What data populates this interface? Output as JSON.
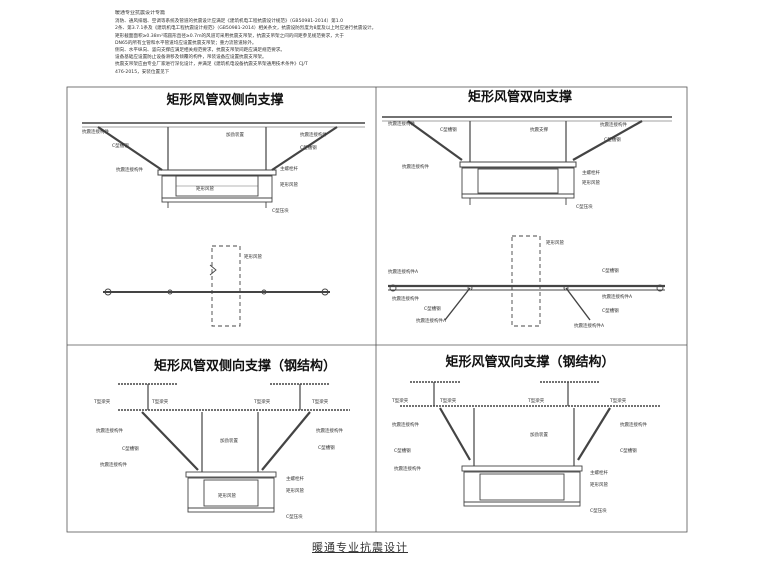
{
  "notes": {
    "title": "暖通专业抗震设计专篇",
    "lines": [
      "消防、通风排烟、空调等系统及管道的抗震设计应满足《建筑机电工程抗震设计规范》（GB50981-2014）第1.0",
      "2条、第3.7.1条及《建筑机电工程抗震设计规范》（GB50981-2014）相关条文，抗震设防烈度为8度及以上时应进行抗震设计。",
      "矩形截面面积≥0.38m²或圆形直径≥0.7m的风道可采用抗震支吊架，抗震支吊架之间的间距参见规范要求，大于",
      "DN65的所有立管和水平管道均应设置抗震支吊架；重力流管道除外。",
      "侧向、水平纵向、竖向支撑应满足相关规范要求，抗震支吊架间距应满足规范要求。",
      "设备基础应设置防止设备滑移及倾覆的构件，吊装设备应设置抗震支吊架。",
      "抗震支吊架应由专业厂家进行深化设计，并满足《建筑机电设备抗震支吊架通用技术条件》CJ/T",
      "476-2015，安装位置见下"
    ]
  },
  "panels": {
    "tl": {
      "title": "矩形风管双侧向支撑",
      "labels": [
        "抗震连接构件",
        "加劲装置",
        "抗震连接构件",
        "C型槽钢",
        "C型槽钢",
        "抗震连接构件",
        "主螺栓杆",
        "矩形风管",
        "矩形风管",
        "C型压块",
        "矩形风管"
      ]
    },
    "tr": {
      "title": "矩形风管双向支撑",
      "labels": [
        "抗震连接构件",
        "C型槽钢",
        "抗震连接构件",
        "抗震支撑",
        "C型槽钢",
        "抗震连接构件",
        "主螺栓杆",
        "矩形风管",
        "C型压块",
        "矩形风管",
        "抗震连接构件A",
        "C型槽钢",
        "抗震连接构件",
        "抗震连接构件A",
        "C型槽钢",
        "C型槽钢",
        "抗震连接构件A",
        "抗震连接构件A"
      ]
    },
    "bl": {
      "title": "矩形风管双侧向支撑（钢结构）",
      "labels": [
        "T型梁夹",
        "T型梁夹",
        "T型梁夹",
        "T型梁夹",
        "抗震连接构件",
        "抗震连接构件",
        "加劲装置",
        "C型槽钢",
        "C型槽钢",
        "抗震连接构件",
        "主螺栓杆",
        "矩形风管",
        "矩形风管",
        "C型压块"
      ]
    },
    "br": {
      "title": "矩形风管双向支撑（钢结构）",
      "labels": [
        "T型梁夹",
        "T型梁夹",
        "T型梁夹",
        "T型梁夹",
        "抗震连接构件",
        "抗震连接构件",
        "加劲装置",
        "C型槽钢",
        "C型槽钢",
        "抗震连接构件",
        "主螺栓杆",
        "矩形风管",
        "C型压块"
      ]
    }
  },
  "footer": "暖通专业抗震设计"
}
